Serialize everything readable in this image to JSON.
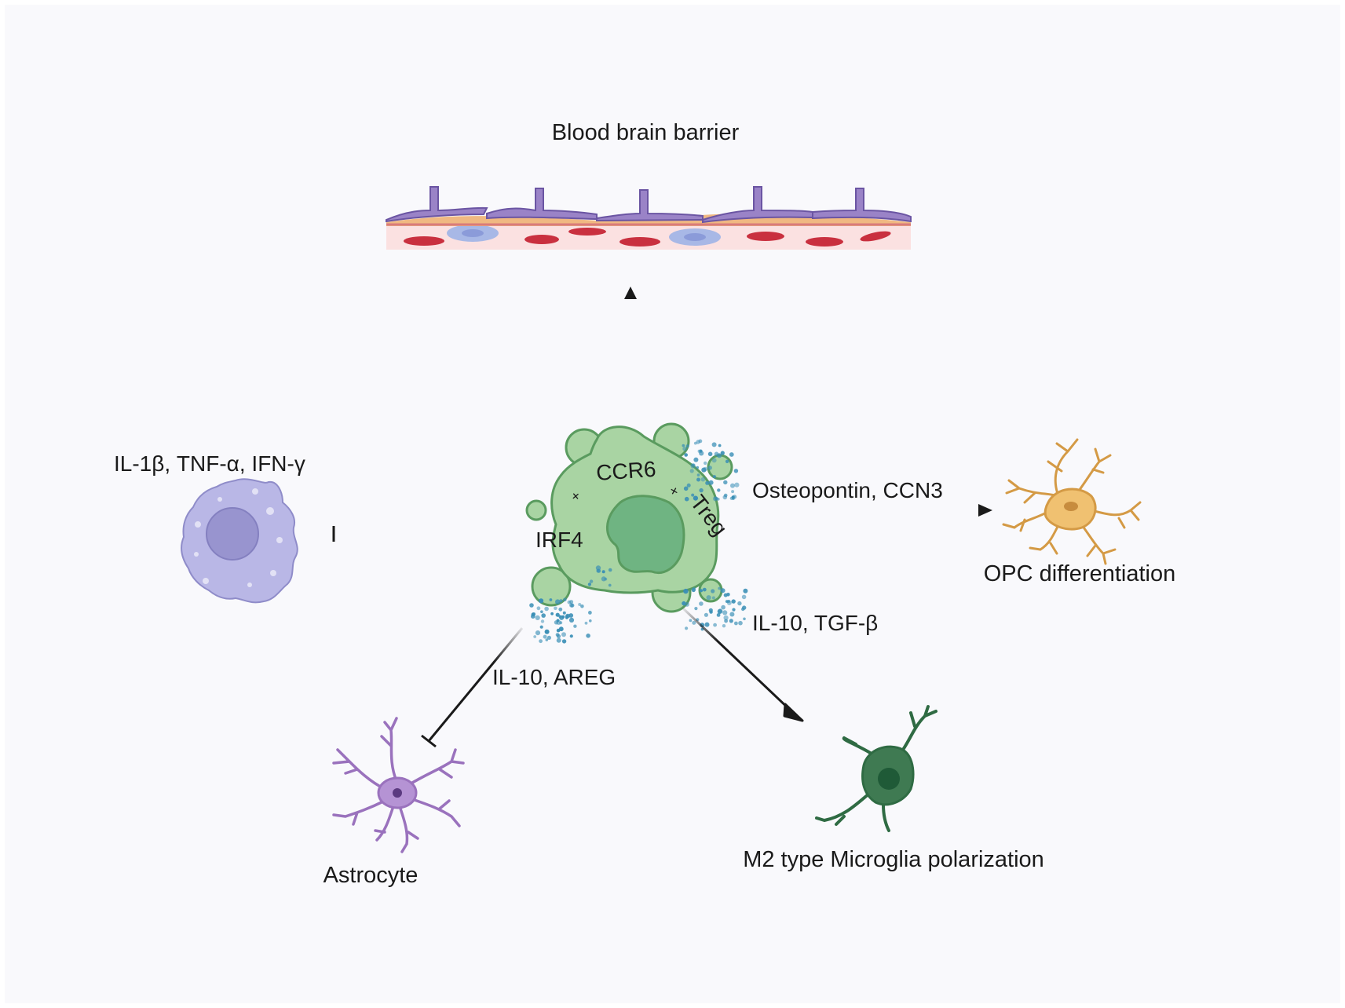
{
  "labels": {
    "bbb": "Blood brain barrier",
    "treg_part1": "IRF4",
    "treg_sup1": "+",
    "treg_part2": "CCR6",
    "treg_sup2": "+",
    "treg_part3": "Treg",
    "inflammatory_cytokines": "IL-1β, TNF-α, IFN-γ",
    "opc_factors": "Osteopontin, CCN3",
    "opc_target": "OPC differentiation",
    "astro_factors": "IL-10, AREG",
    "astro_target": "Astrocyte",
    "microglia_factors": "IL-10, TGF-β",
    "microglia_target": "M2 type Microglia polarization"
  },
  "colors": {
    "background": "#f9f9fc",
    "treg_fill": "#a9d4a3",
    "treg_nucleus": "#6fb482",
    "treg_stroke": "#5a9b5f",
    "macrophage_fill": "#b9b7e6",
    "macrophage_nucleus": "#9894cf",
    "opc": "#e8b462",
    "astrocyte": "#9a72bd",
    "microglia": "#3f7a52",
    "endothelium": "#9a83c7",
    "blood_bg": "#fbe1e1",
    "rbc": "#c9303f",
    "pericyte": "#f0b882",
    "dots": "#3a8fb6",
    "arrow": "#1a1a1a"
  }
}
